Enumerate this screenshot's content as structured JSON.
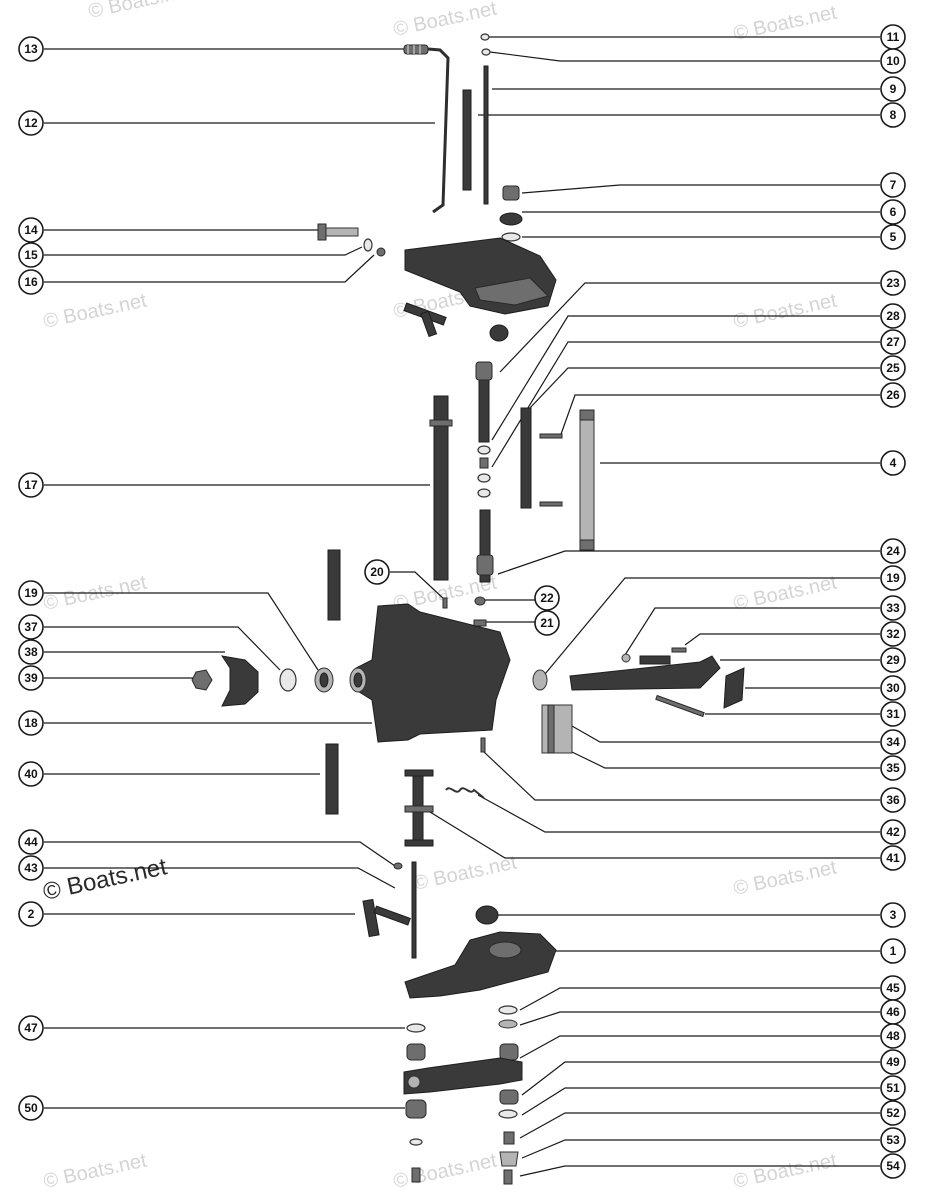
{
  "watermark": {
    "text": "© Boats.net"
  },
  "callouts_left": [
    "13",
    "12",
    "14",
    "15",
    "16",
    "17",
    "19",
    "37",
    "38",
    "39",
    "18",
    "40",
    "44",
    "43",
    "2",
    "47",
    "50"
  ],
  "callouts_right": [
    "11",
    "10",
    "9",
    "8",
    "7",
    "6",
    "5",
    "23",
    "28",
    "27",
    "25",
    "26",
    "4",
    "24",
    "19",
    "33",
    "32",
    "29",
    "30",
    "31",
    "34",
    "35",
    "36",
    "42",
    "41",
    "3",
    "1",
    "45",
    "46",
    "48",
    "49",
    "51",
    "52",
    "53",
    "54"
  ],
  "callouts_inner": [
    "20",
    "22",
    "21"
  ]
}
